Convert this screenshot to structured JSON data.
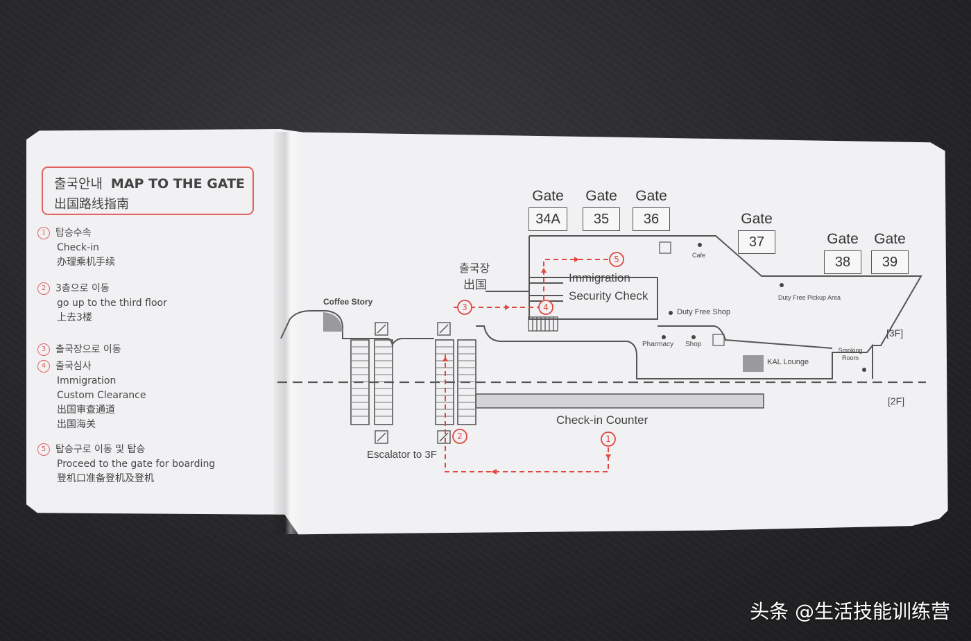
{
  "title": {
    "korean": "출국안내",
    "english": "MAP TO THE GATE",
    "chinese": "出国路线指南"
  },
  "steps": [
    {
      "num": "1",
      "lines": [
        "탑승수속",
        "Check-in",
        "办理乘机手续"
      ]
    },
    {
      "num": "2",
      "lines": [
        "3층으로 이동",
        "go up to the third floor",
        "上去3楼"
      ]
    },
    {
      "num": "3",
      "lines": [
        "출국장으로 이동"
      ]
    },
    {
      "num": "4",
      "lines": [
        "출국심사",
        "Immigration",
        "Custom Clearance",
        "出国审查通道",
        "出国海关"
      ]
    },
    {
      "num": "5",
      "lines": [
        "탑승구로 이동 및 탑승",
        "Proceed to the gate for boarding",
        "登机口准备登机及登机"
      ]
    }
  ],
  "gates": [
    {
      "label": "Gate",
      "number": "34A"
    },
    {
      "label": "Gate",
      "number": "35"
    },
    {
      "label": "Gate",
      "number": "36"
    },
    {
      "label": "Gate",
      "number": "37"
    },
    {
      "label": "Gate",
      "number": "38"
    },
    {
      "label": "Gate",
      "number": "39"
    }
  ],
  "map": {
    "departure_hall_ko": "출국장",
    "departure_hall_zh": "出国",
    "immigration": "Immigration",
    "security_check": "Security Check",
    "coffee_story": "Coffee Story",
    "cafe": "Cafe",
    "duty_free_shop": "Duty Free Shop",
    "duty_free_pickup": "Duty Free Pickup Area",
    "pharmacy": "Pharmacy",
    "shop": "Shop",
    "kal_lounge": "KAL Lounge",
    "smoking_room": "Smoking Room",
    "floor_3f": "[3F]",
    "floor_2f": "[2F]",
    "checkin_counter": "Check-in Counter",
    "escalator": "Escalator to 3F",
    "route_markers": [
      "1",
      "2",
      "3",
      "4",
      "5"
    ]
  },
  "watermark": "头条 @生活技能训练营",
  "colors": {
    "accent": "#e0635f",
    "ink": "#444444",
    "paper": "#f1f1f3"
  }
}
